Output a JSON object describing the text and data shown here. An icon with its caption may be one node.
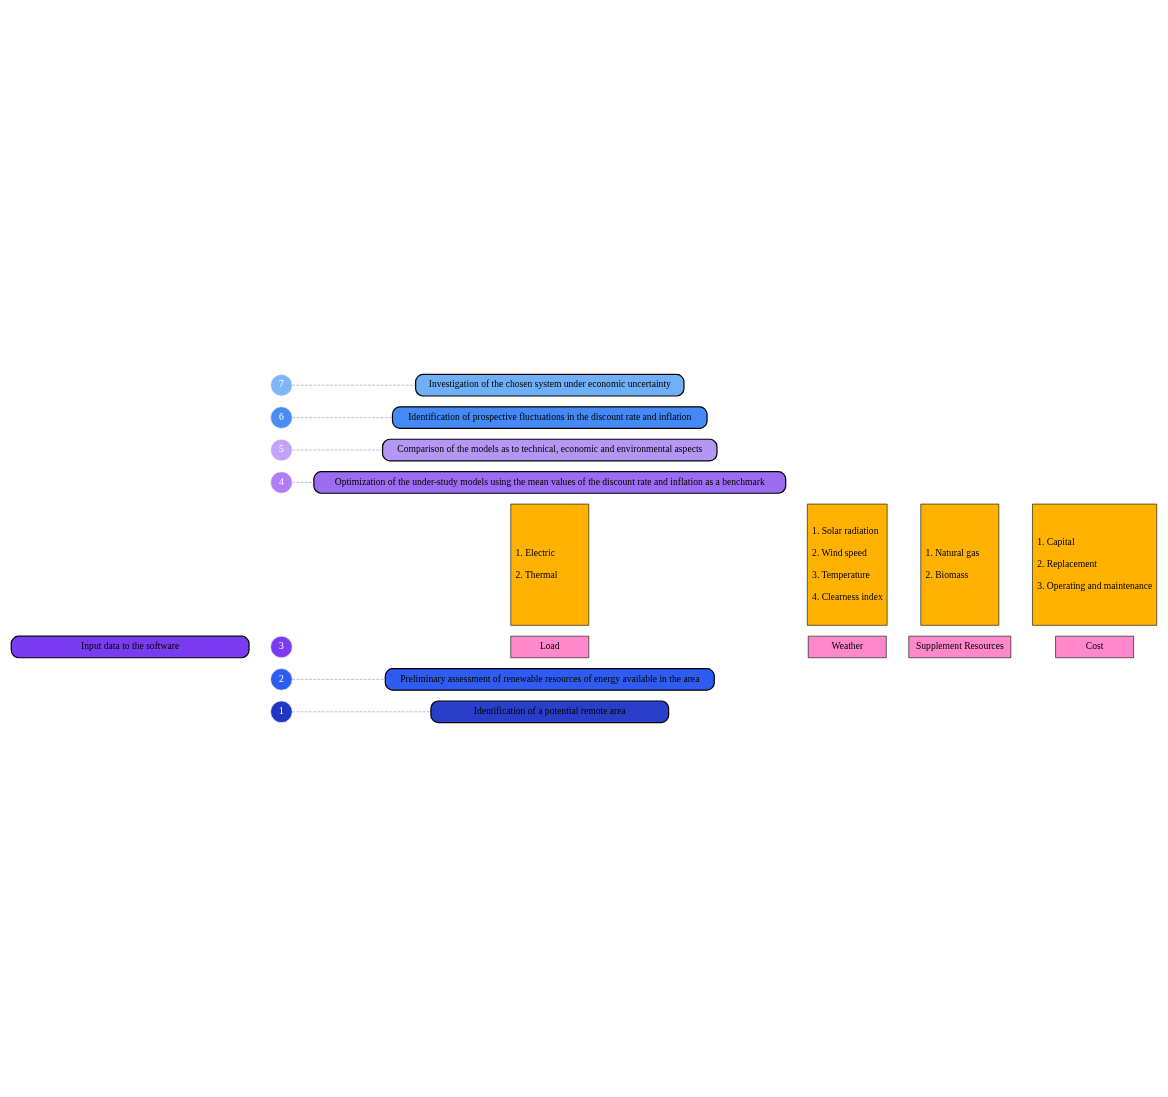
{
  "diagram": {
    "nodes": [
      {
        "text": [
          "1"
        ]
      },
      {
        "text": [
          "Identification of a potential remote area"
        ]
      },
      {
        "text": [
          "2"
        ]
      },
      {
        "text": [
          "Preliminary assessment of renewable resources of energy available in the area"
        ]
      },
      {
        "text": [
          "Input data to the software"
        ]
      },
      {
        "text": [
          "3"
        ]
      },
      {
        "text": [
          "Load"
        ]
      },
      {
        "text": [
          "1. Electric",
          "2. Thermal"
        ]
      },
      {
        "text": [
          "Weather"
        ]
      },
      {
        "text": [
          "1. Solar radiation",
          "2. Wind speed",
          "3. Temperature",
          "4. Clearness index"
        ]
      },
      {
        "text": [
          "Supplement Resources"
        ]
      },
      {
        "text": [
          "1. Natural gas",
          "2. Biomass"
        ]
      },
      {
        "text": [
          "Cost"
        ]
      },
      {
        "text": [
          "1. Capital",
          "2. Replacement",
          "3. Operating and maintenance"
        ]
      },
      {
        "text": [
          "4"
        ]
      },
      {
        "text": [
          "Optimization of the under-study models using the mean values of the discount rate and inflation as a benchmark"
        ]
      },
      {
        "text": [
          "5"
        ]
      },
      {
        "text": [
          "Comparison of the models as to technical, economic and environmental aspects"
        ]
      },
      {
        "text": [
          "6"
        ]
      },
      {
        "text": [
          "Identification of prospective fluctuations in the discount rate and inflation"
        ]
      },
      {
        "text": [
          "7"
        ]
      },
      {
        "text": [
          "Investigation of the chosen system under economic uncertainty"
        ]
      }
    ],
    "edges": [
      {
        "from": 0,
        "to": 1,
        "arrow": "none",
        "style": "dashed"
      },
      {
        "from": 2,
        "to": 3,
        "arrow": "none",
        "style": "dashed"
      },
      {
        "from": 14,
        "to": 15,
        "arrow": "none",
        "style": "dashed"
      },
      {
        "from": 16,
        "to": 17,
        "arrow": "none",
        "style": "dashed"
      },
      {
        "from": 18,
        "to": 19,
        "arrow": "none",
        "style": "dashed"
      },
      {
        "from": 20,
        "to": 21,
        "arrow": "none",
        "style": "dashed"
      }
    ]
  }
}
